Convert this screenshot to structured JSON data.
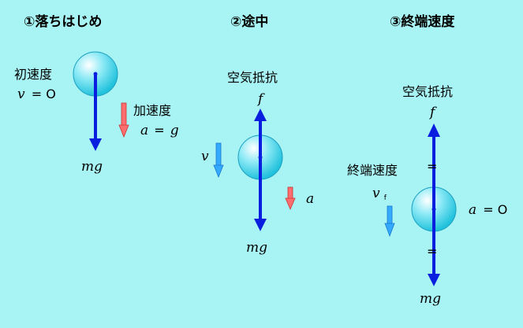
{
  "stages": [
    {
      "title": "①落ちはじめ",
      "velocity_label": "初速度",
      "velocity_var": "v",
      "velocity_eq": "= O",
      "accel_label": "加速度",
      "accel_var": "a",
      "accel_eq": "=",
      "accel_value": "g",
      "weight": "mg"
    },
    {
      "title": "②途中",
      "drag_label": "空気抵抗",
      "drag_var": "f",
      "velocity_var": "v",
      "accel_var": "a",
      "weight": "mg"
    },
    {
      "title": "③終端速度",
      "drag_label": "空気抵抗",
      "drag_var": "f",
      "velocity_label": "終端速度",
      "velocity_var": "v",
      "velocity_sub": "f",
      "accel_var": "a",
      "accel_eq": "= O",
      "equal_mark_top": "=",
      "equal_mark_bottom": "=",
      "weight": "mg"
    }
  ],
  "colors": {
    "background": "#a8f4f4",
    "ball_fill": "#6fe0f0",
    "force_arrow": "#0a1ee0",
    "velocity_arrow": "#33aaff",
    "accel_arrow": "#ff6e6e"
  }
}
